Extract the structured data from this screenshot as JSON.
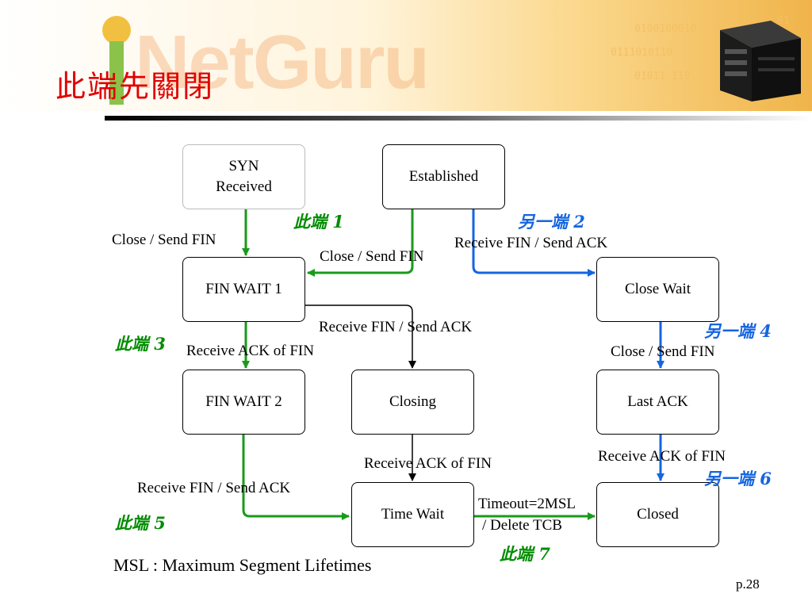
{
  "slide": {
    "title": "此端先關閉",
    "page_number": "p.28",
    "footnote": "MSL : Maximum Segment Lifetimes",
    "logo_text": "NetGuru",
    "colors": {
      "title": "#e00000",
      "this_end": "#008c00",
      "other_end": "#1565e0"
    }
  },
  "states": {
    "syn_received": "SYN Received",
    "established": "Established",
    "fin_wait_1": "FIN WAIT 1",
    "close_wait": "Close Wait",
    "fin_wait_2": "FIN WAIT 2",
    "closing": "Closing",
    "last_ack": "Last ACK",
    "time_wait": "Time Wait",
    "closed": "Closed"
  },
  "transitions": {
    "syn_close": "Close / Send FIN",
    "est_close": "Close / Send FIN",
    "est_recv_fin": "Receive FIN / Send ACK",
    "fw1_recv_fin": "Receive FIN / Send ACK",
    "fw1_recv_ack": "Receive ACK of FIN",
    "cw_close": "Close / Send FIN",
    "closing_recv_ack": "Receive ACK of FIN",
    "lastack_recv_ack": "Receive ACK of FIN",
    "fw2_recv_fin": "Receive FIN / Send ACK",
    "timeout_line1": "Timeout=2MSL",
    "timeout_line2": "/ Delete TCB"
  },
  "steps": {
    "this_1": "此端 1",
    "other_2": "另一端 2",
    "this_3": "此端 3",
    "other_4": "另一端 4",
    "this_5": "此端 5",
    "other_6": "另一端 6",
    "this_7": "此端 7"
  }
}
